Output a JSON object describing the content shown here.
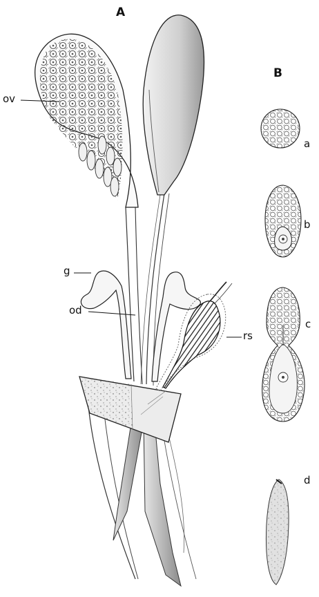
{
  "figure": {
    "panel_a": {
      "title": "A",
      "labels": {
        "ov": "ov",
        "g": "g",
        "od": "od",
        "rs": "rs"
      }
    },
    "panel_b": {
      "title": "B",
      "stages": [
        "a",
        "b",
        "c",
        "d"
      ]
    }
  }
}
